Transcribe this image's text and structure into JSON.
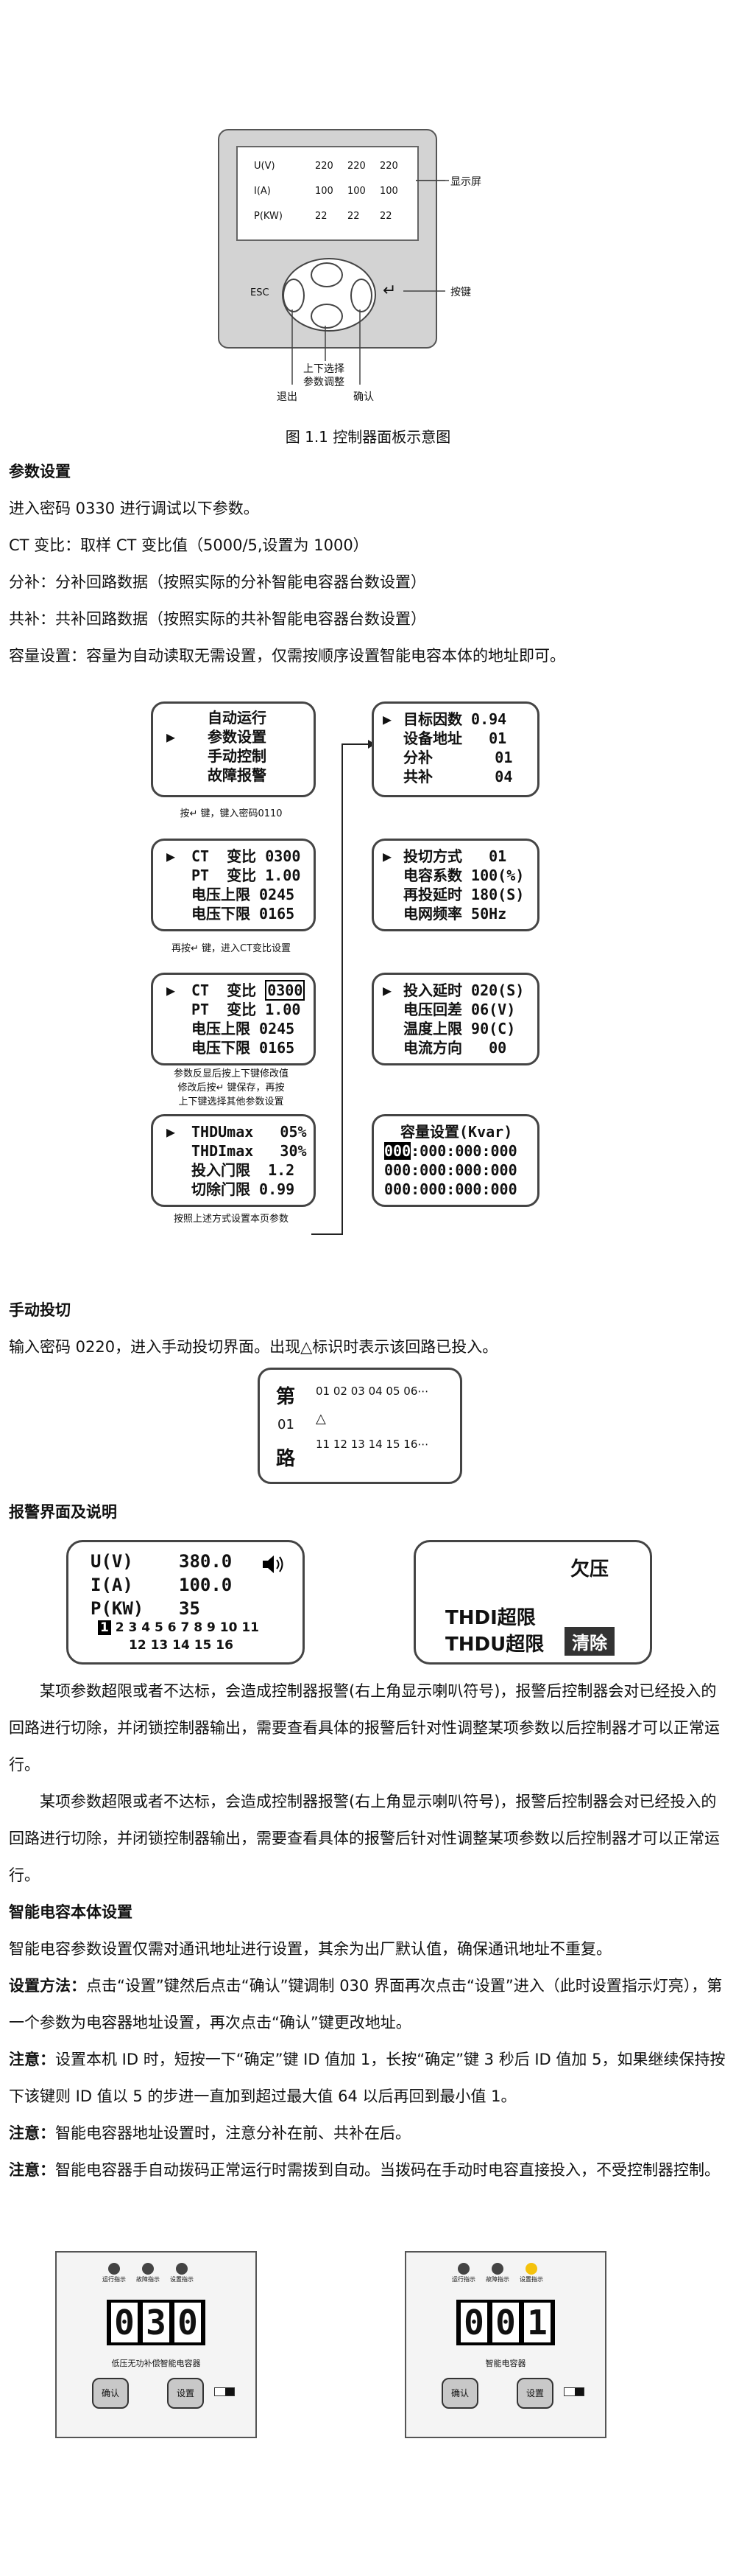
{
  "panel_diagram": {
    "rows": [
      {
        "label": "U(V)",
        "v1": "220",
        "v2": "220",
        "v3": "220"
      },
      {
        "label": "I(A)",
        "v1": "100",
        "v2": "100",
        "v3": "100"
      },
      {
        "label": "P(KW)",
        "v1": "22",
        "v2": "22",
        "v3": "22"
      }
    ],
    "display_label": "显示屏",
    "keys_label": "按键",
    "esc_label": "ESC",
    "enter_glyph": "↵",
    "updown_label": "上下选择",
    "param_label": "参数调整",
    "exit_label": "退出",
    "confirm_label": "确认",
    "caption": "图 1.1  控制器面板示意图"
  },
  "param_setting": {
    "heading": "参数设置",
    "lines": [
      "进入密码 0330 进行调试以下参数。",
      "CT 变比：取样 CT 变比值（5000/5,设置为 1000）",
      "分补：分补回路数据（按照实际的分补智能电容器台数设置）",
      "共补：共补回路数据（按照实际的共补智能电容器台数设置）",
      "容量设置：容量为自动读取无需设置，仅需按顺序设置智能电容本体的地址即可。"
    ]
  },
  "menu_flow": {
    "main_menu": {
      "arrow": "▶",
      "items": [
        "自动运行",
        "参数设置",
        "手动控制",
        "故障报警"
      ]
    },
    "note1": "按↵ 键，键入密码0110",
    "screen2": {
      "arrow": "▶",
      "lines": [
        "CT  变比 0300",
        "PT  变比 1.00",
        "电压上限 0245",
        "电压下限 0165"
      ]
    },
    "note2": "再按↵ 键，进入CT变比设置",
    "screen3": {
      "arrow": "▶",
      "line1_prefix": "CT  变比 ",
      "line1_value": "0300",
      "lines": [
        "PT  变比 1.00",
        "电压上限 0245",
        "电压下限 0165"
      ]
    },
    "note3": "参数反显后按上下键修改值\n修改后按↵ 键保存，再按\n上下键选择其他参数设置",
    "screen4": {
      "arrow": "▶",
      "lines": [
        "THDUmax   05%",
        "THDImax   30%",
        "投入门限  1.2",
        "切除门限 0.99"
      ]
    },
    "note4": "按照上述方式设置本页参数",
    "screen5": {
      "arrow": "▶",
      "lines": [
        "目标因数 0.94",
        "设备地址   01",
        "分补       01",
        "共补       04"
      ]
    },
    "screen6": {
      "arrow": "▶",
      "lines": [
        "投切方式   01",
        "电容系数 100(%)",
        "再投延时 180(S)",
        "电网频率 50Hz"
      ]
    },
    "screen7": {
      "arrow": "▶",
      "lines": [
        "投入延时 020(S)",
        "电压回差 06(V)",
        "温度上限 90(C)",
        "电流方向   00"
      ]
    },
    "screen8": {
      "title": "容量设置(Kvar)",
      "first_cell": "000",
      "line1_rest": ":000:000:000",
      "lines": [
        "000:000:000:000",
        "000:000:000:000"
      ]
    }
  },
  "manual": {
    "heading": "手动投切",
    "line": "输入密码 0220，进入手动投切界面。出现△标识时表示该回路已投入。",
    "screen": {
      "c1": "第",
      "c2": "01",
      "c3": "路",
      "row1": "01 02 03 04 05 06⋯",
      "row2": "△",
      "row3": "11 12 13 14 15 16⋯"
    }
  },
  "alarm": {
    "heading": "报警界面及说明",
    "screen_left": {
      "rows": [
        {
          "label": "U(V)",
          "value": "380.0"
        },
        {
          "label": "I(A)",
          "value": "100.0"
        },
        {
          "label": "P(KW)",
          "value": "35"
        }
      ],
      "speaker_icon": "speaker-icon",
      "first_num": "1",
      "nums_row1": "2 3 4 5 6 7 8 9 10 11",
      "nums_row2": "12 13 14 15 16"
    },
    "screen_right": {
      "top": "欠压",
      "line1": "THDI超限",
      "line2": "THDU超限",
      "clear": "清除"
    },
    "paragraphs": [
      "某项参数超限或者不达标，会造成控制器报警(右上角显示喇叭符号)，报警后控制器会对已经投入的回路进行切除，并闭锁控制器输出，需要查看具体的报警后针对性调整某项参数以后控制器才可以正常运行。",
      "某项参数超限或者不达标，会造成控制器报警(右上角显示喇叭符号)，报警后控制器会对已经投入的回路进行切除，并闭锁控制器输出，需要查看具体的报警后针对性调整某项参数以后控制器才可以正常运行。"
    ]
  },
  "smart_cap": {
    "heading": "智能电容本体设置",
    "line1": "智能电容参数设置仅需对通讯地址进行设置，其余为出厂默认值，确保通讯地址不重复。",
    "method_label": "设置方法：",
    "method_text": "点击“设置”键然后点击“确认”键调制 030 界面再次点击“设置”进入（此时设置指示灯亮），第一个参数为电容器地址设置，再次点击“确认”键更改地址。",
    "note_label": "注意：",
    "note1": "设置本机 ID 时，短按一下“确定”键 ID 值加 1，长按“确定”键 3 秒后 ID 值加 5，如果继续保持按下该键则 ID 值以 5 的步进一直加到超过最大值 64 以后再回到最小值 1。",
    "note2": "智能电容器地址设置时，注意分补在前、共补在后。",
    "note3": "智能电容器手自动拨码正常运行时需拨到自动。当拨码在手动时电容直接投入，不受控制器控制。"
  },
  "devices": [
    {
      "digits": [
        "0",
        "3",
        "0"
      ],
      "title": "低压无功补偿智能电容器",
      "confirm": "确认",
      "setup": "设置",
      "leds": [
        "运行指示",
        "故障指示",
        "设置指示"
      ],
      "lit": false
    },
    {
      "digits": [
        "0",
        "0",
        "1"
      ],
      "title": "智能电容器",
      "confirm": "确认",
      "setup": "设置",
      "leds": [
        "运行指示",
        "故障指示",
        "设置指示"
      ],
      "lit": true
    }
  ],
  "colors": {
    "panel_gray": "#d3d3d3",
    "led_yellow": "#f4c20d",
    "led_dark": "#444444",
    "button_gray": "#c8c8c8"
  }
}
